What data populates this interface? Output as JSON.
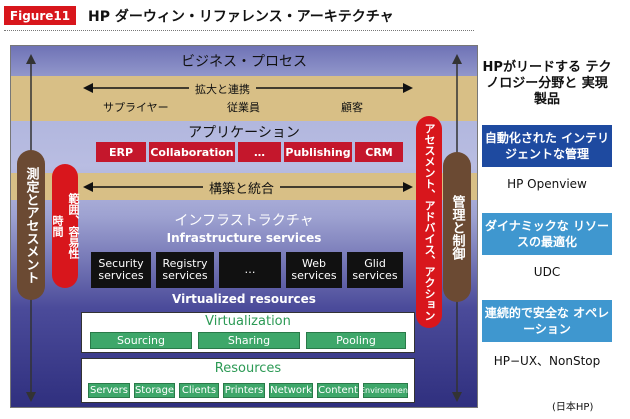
{
  "header": {
    "figure_badge": "Figure11",
    "title": "HP ダーウィン・リファレンス・アーキテクチャ"
  },
  "diagram": {
    "business_process": "ビジネス・プロセス",
    "expansion_cooperation": "拡大と連携",
    "suppliers": "サプライヤー",
    "employees": "従業員",
    "customers": "顧客",
    "applications": "アプリケーション",
    "app_items": [
      "ERP",
      "Collaboration",
      "…",
      "Publishing",
      "CRM"
    ],
    "build_integrate": "構築と統合",
    "infrastructure_jp": "インフラストラクチャ",
    "infrastructure_services": "Infrastructure services",
    "infra_items": [
      [
        "Security",
        "services"
      ],
      [
        "Registry",
        "services"
      ],
      [
        "…",
        ""
      ],
      [
        "Web",
        "services"
      ],
      [
        "Glid",
        "services"
      ]
    ],
    "virtualized_resources": "Virtualized resources",
    "virtualization": "Virtualization",
    "virtualization_items": [
      "Sourcing",
      "Sharing",
      "Pooling"
    ],
    "resources": "Resources",
    "resource_items": [
      "Servers",
      "Storage",
      "Clients",
      "Printers",
      "Network",
      "Content",
      "Environment"
    ],
    "left_outer": "測定とアセスメント",
    "left_inner_line1": "時間",
    "left_inner_line2": "範囲、容易性",
    "right_inner": "アセスメント、アドバイス、アクション",
    "right_outer": "管理と制御"
  },
  "sidebar": {
    "heading": "HPがリードする テクノロジー分野と 実現製品",
    "items": [
      {
        "box": "自動化された インテリジェントな管理",
        "product": "HP Openview"
      },
      {
        "box": "ダイナミックな リソースの最適化",
        "product": "UDC"
      },
      {
        "box": "連続的で安全な オペレーション",
        "product": "HP−UX、NonStop"
      }
    ]
  },
  "source": "(日本HP)",
  "colors": {
    "badge_red": "#d8161c",
    "app_red": "#c4172c",
    "tan": "#d8bf86",
    "green": "#3ea76a",
    "navy_blue": "#1e4aa0",
    "light_blue": "#3f97cf",
    "brown_pill": "#6b4a33"
  }
}
